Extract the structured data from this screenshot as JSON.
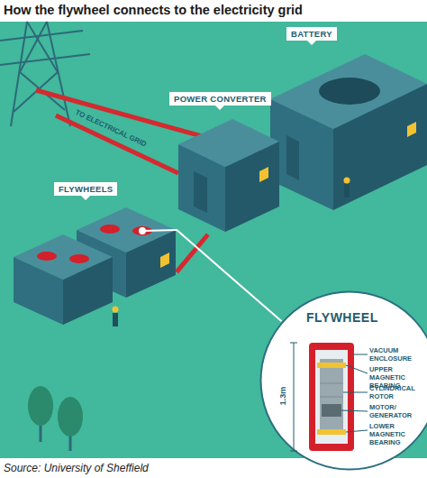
{
  "diagram": {
    "title": "How the flywheel connects to the electricity grid",
    "caption": "Source: University of Sheffield",
    "nodes": [
      {
        "text": [
          "BATTERY"
        ]
      },
      {
        "text": [
          "POWER CONVERTER"
        ]
      },
      {
        "text": [
          "FLYWHEELS"
        ]
      },
      {
        "text": [
          "FLYWHEEL"
        ]
      }
    ],
    "edges": [
      {
        "from": 2,
        "to": 1,
        "arrow": "none"
      },
      {
        "from": 2,
        "to": 3,
        "arrow": "none"
      }
    ],
    "labels": [
      "TO ELECTRICAL GRID",
      "VACUUM ENCLOSURE",
      "UPPER MAGNETIC BEARING",
      "CYLINDRICAL ROTOR",
      "MOTOR/ GENERATOR",
      "LOWER MAGNETIC BEARING",
      "1.3m"
    ]
  }
}
